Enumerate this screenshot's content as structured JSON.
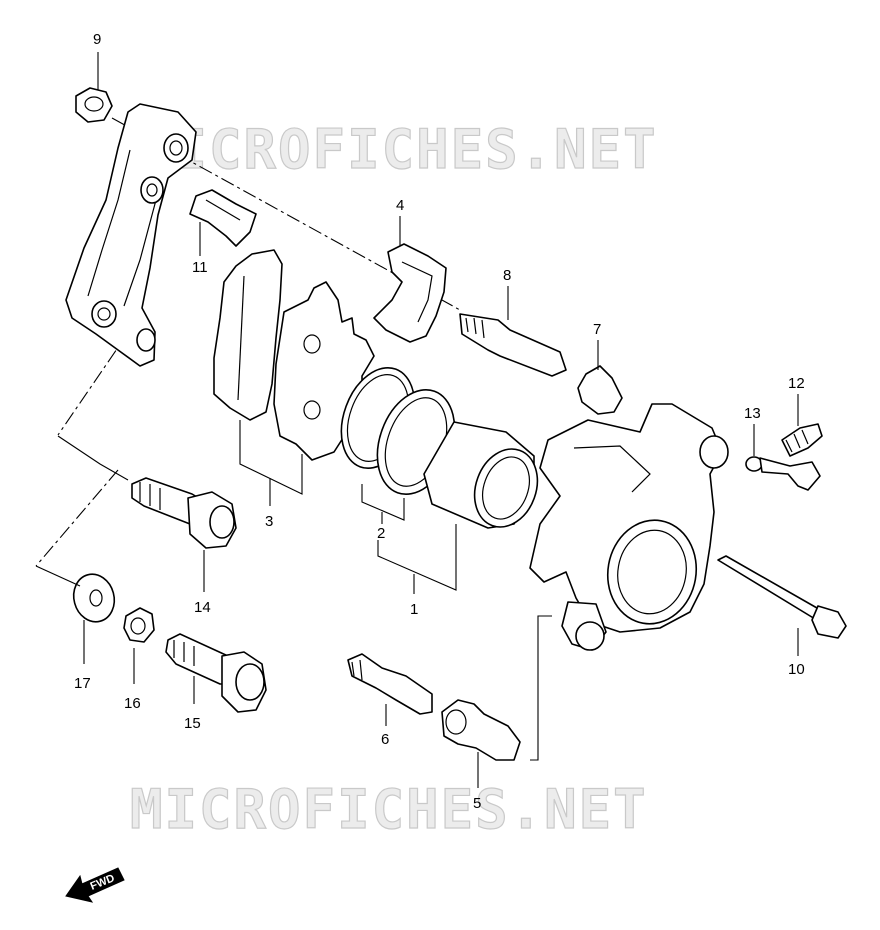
{
  "watermark": "MICROFICHES.NET",
  "fwd_label": "FWD",
  "callouts": [
    "1",
    "2",
    "3",
    "4",
    "5",
    "6",
    "7",
    "8",
    "9",
    "10",
    "11",
    "12",
    "13",
    "14",
    "15",
    "16",
    "17"
  ]
}
